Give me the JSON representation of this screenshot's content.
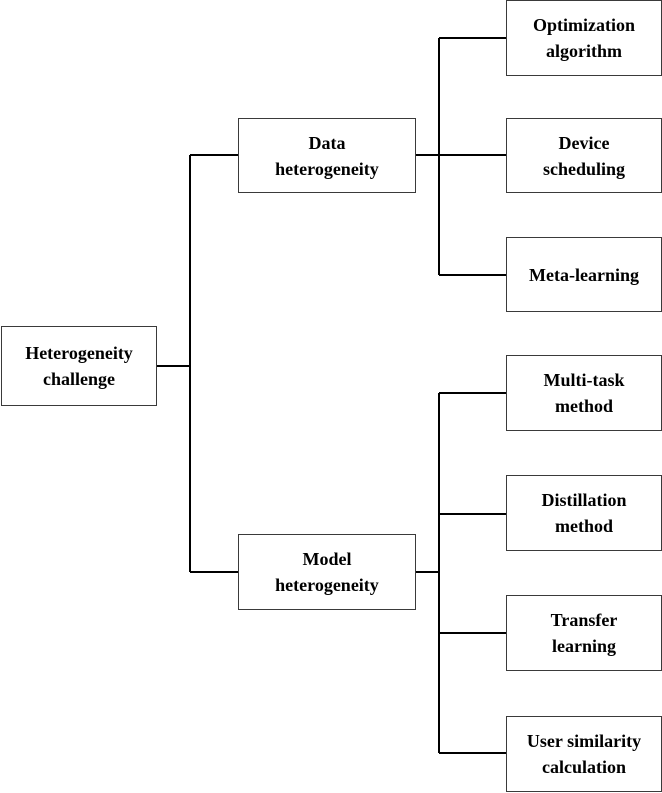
{
  "root": {
    "line1": "Heterogeneity",
    "line2": "challenge"
  },
  "branches": [
    {
      "line1": "Data",
      "line2": "heterogeneity",
      "children": [
        {
          "line1": "Optimization",
          "line2": "algorithm"
        },
        {
          "line1": "Device",
          "line2": "scheduling"
        },
        {
          "line1": "Meta-learning",
          "line2": ""
        }
      ]
    },
    {
      "line1": "Model",
      "line2": "heterogeneity",
      "children": [
        {
          "line1": "Multi-task",
          "line2": "method"
        },
        {
          "line1": "Distillation",
          "line2": "method"
        },
        {
          "line1": "Transfer",
          "line2": "learning"
        },
        {
          "line1": "User similarity",
          "line2": "calculation"
        }
      ]
    }
  ],
  "colors": {
    "line": "#000000",
    "border": "#3a3a3a",
    "text": "#000000"
  }
}
